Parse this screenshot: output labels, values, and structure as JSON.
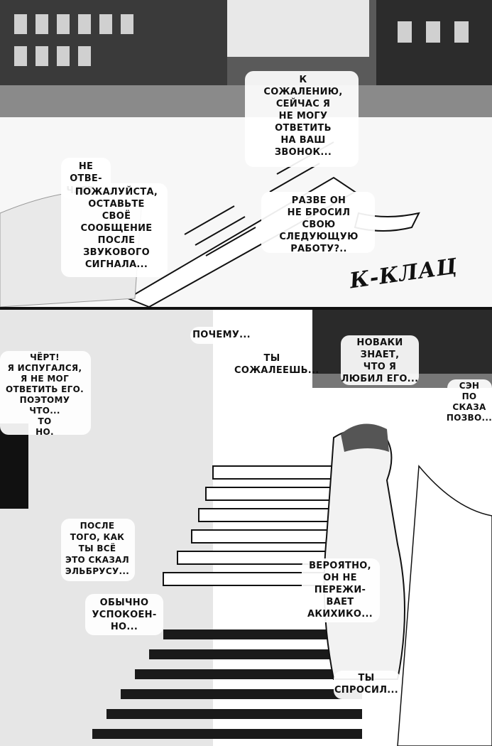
{
  "panels": {
    "top": {
      "dialogue_1": "К\nСОЖАЛЕНИЮ,\nСЕЙЧАС Я\nНЕ МОГУ\nОТВЕТИТЬ\nНА ВАШ\nЗВОНОК...",
      "dialogue_2": "НЕ\nОТВЕ-\nЧАЕТ...",
      "dialogue_3": "ПОЖАЛУЙСТА,\nОСТАВЬТЕ\nСВОЁ\nСООБЩЕНИЕ\nПОСЛЕ\nЗВУКОВОГО\nСИГНАЛА...",
      "dialogue_4": "РАЗВЕ ОН\nНЕ БРОСИЛ\nСВОЮ\nСЛЕДУЮЩУЮ\nРАБОТУ?..",
      "sfx": "К-КЛАЦ"
    },
    "bottom": {
      "dialogue_1": "ПОЧЕМУ...",
      "dialogue_2": "ЧЁРТ!\nЯ ИСПУГАЛСЯ,\nЯ НЕ МОГ\nОТВЕТИТЬ ЕГО.\nПОЭТОМУ\nЧТО...\nТО\nНО.",
      "dialogue_3": "ТЫ\nСОЖАЛЕЕШЬ...",
      "dialogue_4": "НОВАКИ\nЗНАЕТ,\nЧТО Я\nЛЮБИЛ ЕГО...",
      "dialogue_5": "СЭН\nПО\nСКАЗА\nПОЗВО...",
      "dialogue_6": "ПОСЛЕ\nТОГО, КАК\nТЫ ВСЁ\nЭТО СКАЗАЛ\nЭЛЬБРУСУ...",
      "dialogue_7": "ВЕРОЯТНО,\nОН НЕ\nПЕРЕЖИ-\nВАЕТ\nАКИХИКО...",
      "dialogue_8": "ОБЫЧНО\nУСПОКОЕН-\nНО...",
      "dialogue_9": "ТЫ\nСПРОСИЛ..."
    }
  },
  "colors": {
    "ink": "#111111",
    "paper": "#fdfdfd",
    "screentone": "#cfcfcf",
    "dark": "#1a1a1a"
  }
}
